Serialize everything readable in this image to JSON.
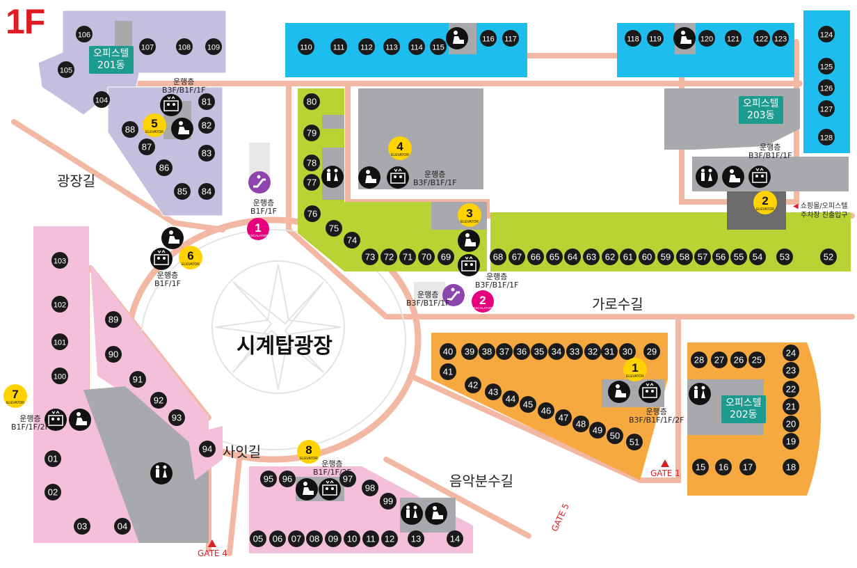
{
  "floor": "1F",
  "colors": {
    "lavender": "#c4bfdf",
    "cyan": "#1fbdee",
    "lime": "#b7d434",
    "pink": "#f4bfd8",
    "orange": "#f6a941",
    "gray": "#a7a9ac",
    "salmon": "#f2b8a4",
    "teal": "#1e9b8f",
    "elevator": "#ffd200",
    "escalator": "#e6007e",
    "red": "#d81e22"
  },
  "streets": {
    "gwangjang": "광장길",
    "garosu": "가로수길",
    "saitgil": "사잇길",
    "eumak": "음악분수길"
  },
  "plaza": "시계탑광장",
  "gates": {
    "gate1": "GATE 1",
    "gate4": "GATE 4",
    "gate5": "GATE 5"
  },
  "officetels": {
    "o201_name": "오피스텔",
    "o201_num": "201동",
    "o202_name": "오피스텔",
    "o202_num": "202동",
    "o203_name": "오피스텔",
    "o203_num": "203동"
  },
  "parking_exit": {
    "line1": "쇼핑몰/오피스텔",
    "line2": "주차장 진출입구"
  },
  "service_notes": {
    "n5": [
      "운행층",
      "B3F/B1F/1F"
    ],
    "n4": [
      "운행층",
      "B3F/B1F/1F"
    ],
    "n3": [
      "운행층",
      "B3F/B1F/1F"
    ],
    "n2": [
      "운행층",
      "B3F/B1F/1F"
    ],
    "n1": [
      "운행층",
      "B3F/B1F/1F/2F"
    ],
    "n6": [
      "운행층",
      "B1F/1F"
    ],
    "n7": [
      "운행층",
      "B1F/1F/2F"
    ],
    "n8": [
      "운행층",
      "B1F/1F/2F"
    ],
    "e1": [
      "운행층",
      "B1F/1F"
    ],
    "e2": [
      "운행층",
      "B3F/B1F/1F"
    ]
  },
  "elevators": [
    {
      "id": "1",
      "label": "ELEVATOR"
    },
    {
      "id": "2",
      "label": "ELEVATOR"
    },
    {
      "id": "3",
      "label": "ELEVATOR"
    },
    {
      "id": "4",
      "label": "ELEVATOR"
    },
    {
      "id": "5",
      "label": "ELEVATOR"
    },
    {
      "id": "6",
      "label": "ELEVATOR"
    },
    {
      "id": "7",
      "label": "ELEVATOR"
    },
    {
      "id": "8",
      "label": "ELEVATOR"
    }
  ],
  "escalators": [
    {
      "id": "1",
      "label": "ESCALATOR"
    },
    {
      "id": "2",
      "label": "ESCALATOR"
    }
  ],
  "icons": [
    "restroom-icon",
    "nursing-room-icon",
    "elevator-icon",
    "escalator-icon"
  ],
  "stores": [
    "01",
    "02",
    "03",
    "04",
    "05",
    "06",
    "07",
    "08",
    "09",
    "10",
    "11",
    "12",
    "13",
    "14",
    "15",
    "16",
    "17",
    "18",
    "19",
    "20",
    "21",
    "22",
    "23",
    "24",
    "25",
    "26",
    "27",
    "28",
    "29",
    "30",
    "31",
    "32",
    "33",
    "34",
    "35",
    "36",
    "37",
    "38",
    "39",
    "40",
    "41",
    "42",
    "43",
    "44",
    "45",
    "46",
    "47",
    "48",
    "49",
    "50",
    "51",
    "52",
    "53",
    "54",
    "55",
    "56",
    "57",
    "58",
    "59",
    "60",
    "61",
    "62",
    "63",
    "64",
    "65",
    "66",
    "67",
    "68",
    "69",
    "70",
    "71",
    "72",
    "73",
    "74",
    "75",
    "76",
    "77",
    "78",
    "79",
    "80",
    "81",
    "82",
    "83",
    "84",
    "85",
    "86",
    "87",
    "88",
    "89",
    "90",
    "91",
    "92",
    "93",
    "94",
    "95",
    "96",
    "97",
    "98",
    "99",
    "100",
    "101",
    "102",
    "103",
    "104",
    "105",
    "106",
    "107",
    "108",
    "109",
    "110",
    "111",
    "112",
    "113",
    "114",
    "115",
    "116",
    "117",
    "118",
    "119",
    "120",
    "121",
    "122",
    "123",
    "124",
    "125",
    "126",
    "127",
    "128"
  ]
}
